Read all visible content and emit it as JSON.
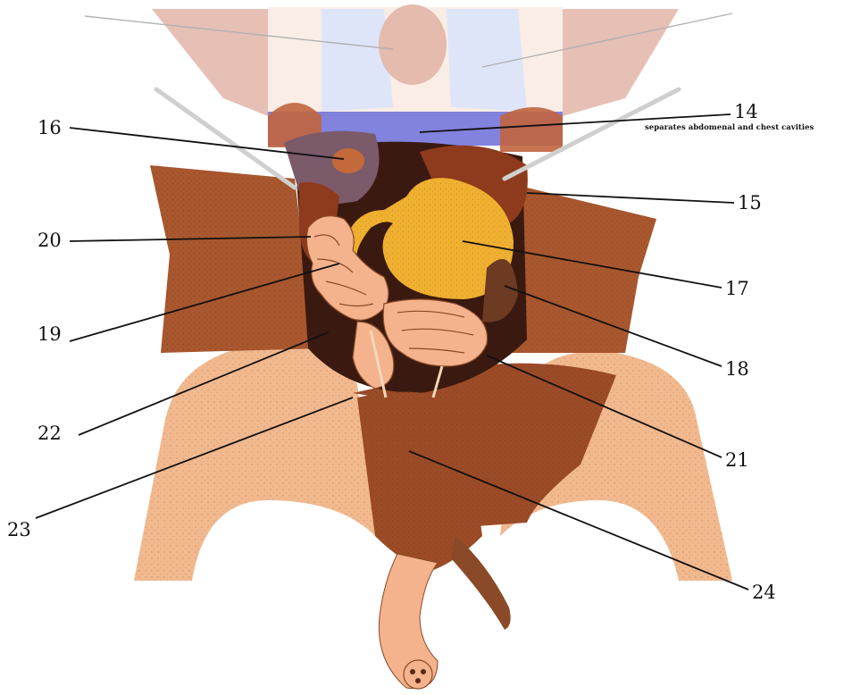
{
  "labels": [
    {
      "id": "14",
      "text": "14",
      "note": "separates abdomenal and chest cavities"
    },
    {
      "id": "15",
      "text": "15"
    },
    {
      "id": "16",
      "text": "16"
    },
    {
      "id": "17",
      "text": "17"
    },
    {
      "id": "18",
      "text": "18"
    },
    {
      "id": "19",
      "text": "19"
    },
    {
      "id": "20",
      "text": "20"
    },
    {
      "id": "21",
      "text": "21"
    },
    {
      "id": "22",
      "text": "22"
    },
    {
      "id": "23",
      "text": "23"
    },
    {
      "id": "24",
      "text": "24"
    }
  ],
  "colors": {
    "body_wall": "#a9572e",
    "skin_flap": "#f2b98f",
    "stomach": "#f0b030",
    "liver": "#8e3a1c",
    "intestine": "#f4b38c",
    "lung": "#b8c6f2",
    "diaphragm": "#6c6cd9"
  }
}
